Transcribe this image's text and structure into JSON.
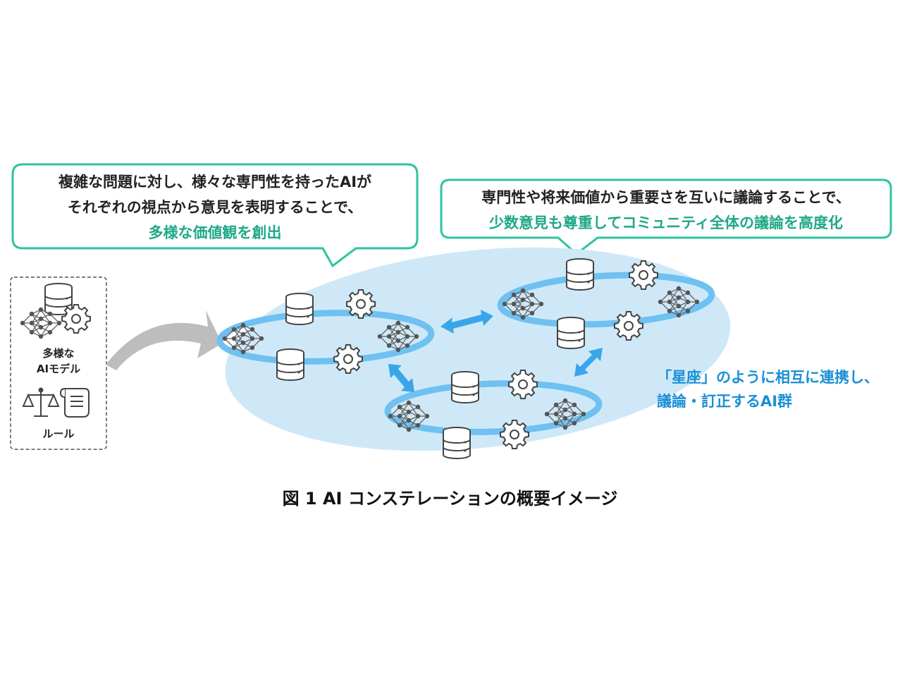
{
  "bubble_left": {
    "line1": "複雑な問題に対し、様々な専門性を持ったAIが",
    "line2": "それぞれの視点から意見を表明することで、",
    "line3": "多様な価値観を創出"
  },
  "bubble_right": {
    "line1": "専門性や将来価値から重要さを互いに議論することで、",
    "line2": "少数意見も尊重してコミュニティ全体の議論を高度化"
  },
  "legend": {
    "models_label_1": "多様な",
    "models_label_2": "AIモデル",
    "rules_label": "ルール"
  },
  "constellation_text": {
    "line1": "「星座」のように相互に連携し、",
    "line2": "議論・訂正するAI群"
  },
  "caption": "図 1 AI コンステレーションの概要イメージ",
  "colors": {
    "bubble_border": "#2ec4a0",
    "accent_green": "#1fa888",
    "ellipse_fill": "#cfe8f8",
    "ring": "#6ec1f0",
    "arrow": "#3aa6ea",
    "blue_text": "#1a8fd6",
    "icon": "#555555"
  }
}
